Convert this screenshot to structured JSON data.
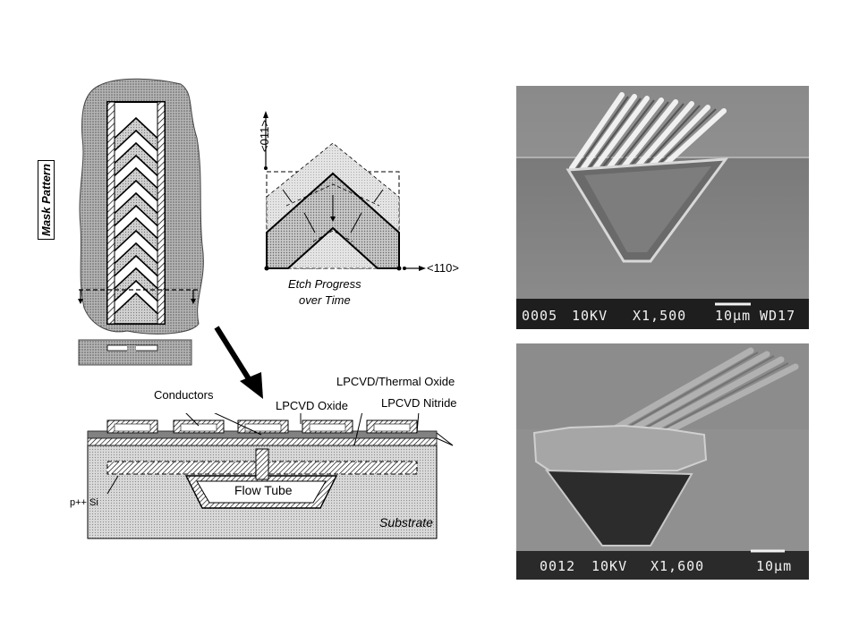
{
  "mask_pattern": {
    "label": "Mask Pattern"
  },
  "etch": {
    "axis_vertical": "<011>",
    "axis_horizontal": "<110>",
    "caption_line1": "Etch Progress",
    "caption_line2": "over Time"
  },
  "cross_section": {
    "conductors": "Conductors",
    "lpcvd_oxide": "LPCVD Oxide",
    "lpcvd_thermal_oxide": "LPCVD/Thermal Oxide",
    "lpcvd_nitride": "LPCVD Nitride",
    "p_si": "p++ Si",
    "flow_tube": "Flow Tube",
    "substrate": "Substrate"
  },
  "sem_top": {
    "id": "0005",
    "kv": "10KV",
    "mag": "X1,500",
    "scale": "10µm",
    "wd": "WD17"
  },
  "sem_bottom": {
    "id": "0012",
    "kv": "10KV",
    "mag": "X1,600",
    "scale": "10µm"
  },
  "colors": {
    "stipple": "#9a9a9a",
    "sem_bg": "#8e8e8e",
    "sem_dark": "#2a2a2a"
  }
}
